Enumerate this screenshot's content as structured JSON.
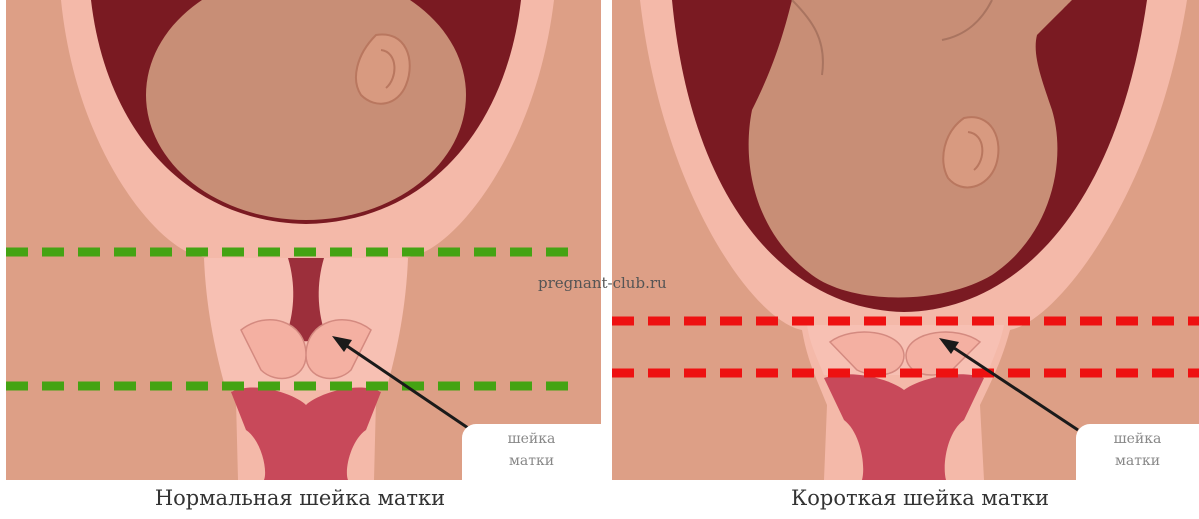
{
  "colors": {
    "background": "#dd9f86",
    "uterus_wall": "#f4b9a9",
    "uterus_inner": "#7a1a22",
    "fetus": "#c88e76",
    "canal": "#9c2f3b",
    "vagina": "#c8495a",
    "normal_line": "#44a313",
    "short_line": "#ee1111"
  },
  "panels": [
    {
      "id": "normal",
      "caption": "Нормальная шейка матки",
      "label_line1": "шейка",
      "label_line2": "матки"
    },
    {
      "id": "short",
      "caption": "Короткая шейка матки",
      "label_line1": "шейка",
      "label_line2": "матки"
    }
  ],
  "watermark": "pregnant-club.ru"
}
